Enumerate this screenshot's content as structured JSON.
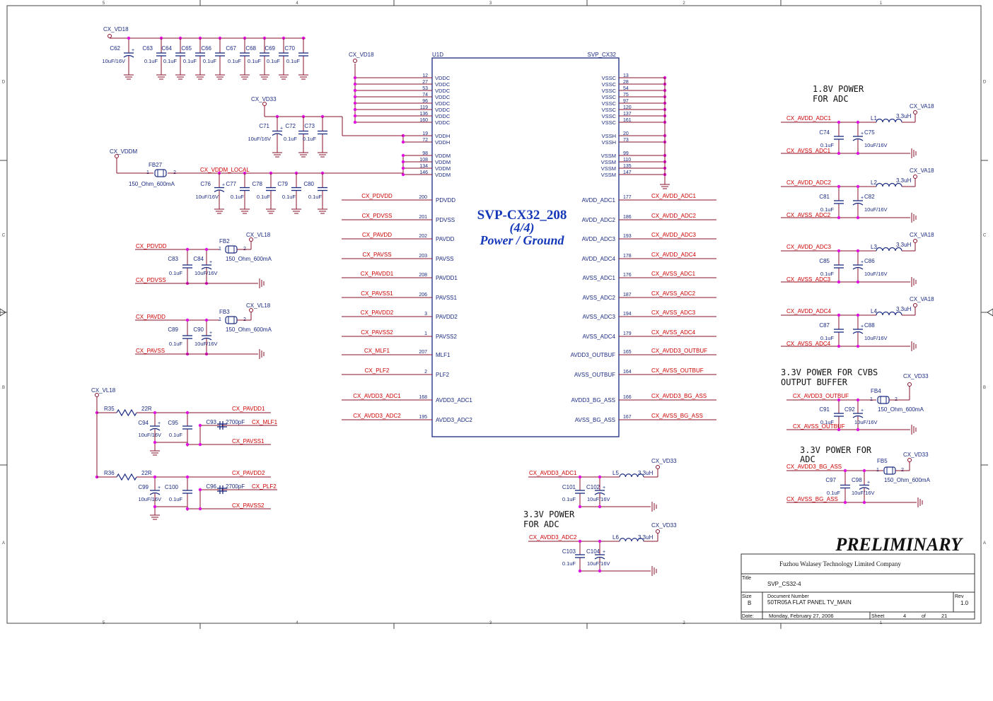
{
  "border": {
    "cols": [
      "5",
      "4",
      "3",
      "2",
      "1"
    ],
    "rows": [
      "D",
      "C",
      "B",
      "A"
    ]
  },
  "chip": {
    "ref": "U1D",
    "part": "SVP_CX32",
    "title_line1": "SVP-CX32_208",
    "title_line2": "(4/4)",
    "title_line3": "Power / Ground",
    "left_pins": [
      {
        "num": "12",
        "name": "VDDC"
      },
      {
        "num": "27",
        "name": "VDDC"
      },
      {
        "num": "53",
        "name": "VDDC"
      },
      {
        "num": "74",
        "name": "VDDC"
      },
      {
        "num": "96",
        "name": "VDDC"
      },
      {
        "num": "119",
        "name": "VDDC"
      },
      {
        "num": "136",
        "name": "VDDC"
      },
      {
        "num": "160",
        "name": "VDDC"
      },
      {
        "num": "19",
        "name": "VDDH"
      },
      {
        "num": "72",
        "name": "VDDH"
      },
      {
        "num": "98",
        "name": "VDDM"
      },
      {
        "num": "108",
        "name": "VDDM"
      },
      {
        "num": "134",
        "name": "VDDM"
      },
      {
        "num": "146",
        "name": "VDDM"
      }
    ],
    "right_pins": [
      {
        "num": "13",
        "name": "VSSC"
      },
      {
        "num": "28",
        "name": "VSSC"
      },
      {
        "num": "54",
        "name": "VSSC"
      },
      {
        "num": "75",
        "name": "VSSC"
      },
      {
        "num": "97",
        "name": "VSSC"
      },
      {
        "num": "120",
        "name": "VSSC"
      },
      {
        "num": "137",
        "name": "VSSC"
      },
      {
        "num": "161",
        "name": "VSSC"
      },
      {
        "num": "20",
        "name": "VSSH"
      },
      {
        "num": "73",
        "name": "VSSH"
      },
      {
        "num": "99",
        "name": "VSSM"
      },
      {
        "num": "110",
        "name": "VSSM"
      },
      {
        "num": "135",
        "name": "VSSM"
      },
      {
        "num": "147",
        "name": "VSSM"
      }
    ],
    "left_sig_pins": [
      {
        "num": "200",
        "name": "PDVDD",
        "net": "CX_PDVDD"
      },
      {
        "num": "201",
        "name": "PDVSS",
        "net": "CX_PDVSS"
      },
      {
        "num": "202",
        "name": "PAVDD",
        "net": "CX_PAVDD"
      },
      {
        "num": "203",
        "name": "PAVSS",
        "net": "CX_PAVSS"
      },
      {
        "num": "208",
        "name": "PAVDD1",
        "net": "CX_PAVDD1"
      },
      {
        "num": "206",
        "name": "PAVSS1",
        "net": "CX_PAVSS1"
      },
      {
        "num": "3",
        "name": "PAVDD2",
        "net": "CX_PAVDD2"
      },
      {
        "num": "1",
        "name": "PAVSS2",
        "net": "CX_PAVSS2"
      },
      {
        "num": "207",
        "name": "MLF1",
        "net": "CX_MLF1"
      },
      {
        "num": "2",
        "name": "PLF2",
        "net": "CX_PLF2"
      },
      {
        "num": "168",
        "name": "AVDD3_ADC1",
        "net": "CX_AVDD3_ADC1"
      },
      {
        "num": "195",
        "name": "AVDD3_ADC2",
        "net": "CX_AVDD3_ADC2"
      }
    ],
    "right_sig_pins": [
      {
        "num": "177",
        "name": "AVDD_ADC1",
        "net": "CX_AVDD_ADC1"
      },
      {
        "num": "186",
        "name": "AVDD_ADC2",
        "net": "CX_AVDD_ADC2"
      },
      {
        "num": "193",
        "name": "AVDD_ADC3",
        "net": "CX_AVDD_ADC3"
      },
      {
        "num": "178",
        "name": "AVDD_ADC4",
        "net": "CX_AVDD_ADC4"
      },
      {
        "num": "176",
        "name": "AVSS_ADC1",
        "net": "CX_AVSS_ADC1"
      },
      {
        "num": "187",
        "name": "AVSS_ADC2",
        "net": "CX_AVSS_ADC2"
      },
      {
        "num": "194",
        "name": "AVSS_ADC3",
        "net": "CX_AVSS_ADC3"
      },
      {
        "num": "179",
        "name": "AVSS_ADC4",
        "net": "CX_AVSS_ADC4"
      },
      {
        "num": "165",
        "name": "AVDD3_OUTBUF",
        "net": "CX_AVDD3_OUTBUF"
      },
      {
        "num": "164",
        "name": "AVSS_OUTBUF",
        "net": "CX_AVSS_OUTBUF"
      },
      {
        "num": "166",
        "name": "AVDD3_BG_ASS",
        "net": "CX_AVDD3_BG_ASS"
      },
      {
        "num": "167",
        "name": "AVSS_BG_ASS",
        "net": "CX_AVSS_BG_ASS"
      }
    ]
  },
  "top_caps": {
    "supply": "CX_VD18",
    "bulk": {
      "ref": "C62",
      "value": "10uF/16V"
    },
    "caps": [
      {
        "ref": "C63",
        "value": "0.1uF"
      },
      {
        "ref": "C64",
        "value": "0.1uF"
      },
      {
        "ref": "C65",
        "value": "0.1uF"
      },
      {
        "ref": "C66",
        "value": "0.1uF"
      },
      {
        "ref": "C67",
        "value": "0.1uF"
      },
      {
        "ref": "C68",
        "value": "0.1uF"
      },
      {
        "ref": "C69",
        "value": "0.1uF"
      },
      {
        "ref": "C70",
        "value": "0.1uF"
      }
    ]
  },
  "vd18_label": "CX_VD18",
  "vd33_block": {
    "supply": "CX_VD33",
    "bulk": {
      "ref": "C71",
      "value": "10uF/16V"
    },
    "caps": [
      {
        "ref": "C72",
        "value": "0.1uF"
      },
      {
        "ref": "C73",
        "value": "0.1uF"
      }
    ]
  },
  "vddm_block": {
    "supply": "CX_VDDM",
    "bead": {
      "ref": "FB27",
      "value": "150_Ohm_600mA",
      "p1": "1",
      "p2": "2"
    },
    "net": "CX_VDDM_LOCAL",
    "bulk": {
      "ref": "C76",
      "value": "10uF/16V"
    },
    "caps": [
      {
        "ref": "C77",
        "value": "0.1uF"
      },
      {
        "ref": "C78",
        "value": "0.1uF"
      },
      {
        "ref": "C79",
        "value": "0.1uF"
      },
      {
        "ref": "C80",
        "value": "0.1uF"
      }
    ]
  },
  "pll_blocks": [
    {
      "vdd": "CX_PDVDD",
      "vss": "CX_PDVSS",
      "supply": "CX_VL18",
      "bead": {
        "ref": "FB2",
        "value": "150_Ohm_600mA"
      },
      "cap": {
        "ref": "C83",
        "value": "0.1uF"
      },
      "bulk": {
        "ref": "C84",
        "value": "10uF/16V"
      }
    },
    {
      "vdd": "CX_PAVDD",
      "vss": "CX_PAVSS",
      "supply": "CX_VL18",
      "bead": {
        "ref": "FB3",
        "value": "150_Ohm_600mA"
      },
      "cap": {
        "ref": "C89",
        "value": "0.1uF"
      },
      "bulk": {
        "ref": "C90",
        "value": "10uF/16V"
      }
    }
  ],
  "bead_pins": {
    "p1": "1",
    "p2": "2"
  },
  "filter_blocks": {
    "supply": "CX_VL18",
    "items": [
      {
        "res": {
          "ref": "R35",
          "value": "22R"
        },
        "bulk": {
          "ref": "C94",
          "value": "10uF/16V"
        },
        "cap": {
          "ref": "C95",
          "value": "0.1uF"
        },
        "lf": {
          "ref": "C93",
          "value": "2700pF"
        },
        "vdd": "CX_PAVDD1",
        "lfnet": "CX_MLF1",
        "vss": "CX_PAVSS1"
      },
      {
        "res": {
          "ref": "R36",
          "value": "22R"
        },
        "bulk": {
          "ref": "C99",
          "value": "10uF/16V"
        },
        "cap": {
          "ref": "C100",
          "value": "0.1uF"
        },
        "lf": {
          "ref": "C96",
          "value": "2700pF"
        },
        "vdd": "CX_PAVDD2",
        "lfnet": "CX_PLF2",
        "vss": "CX_PAVSS2"
      }
    ]
  },
  "adc33_blocks": {
    "title_line1": "3.3V POWER",
    "title_line2": "FOR ADC",
    "items": [
      {
        "net": "CX_AVDD3_ADC1",
        "supply": "CX_VD33",
        "ind": {
          "ref": "L5",
          "value": "3.3uH"
        },
        "cap": {
          "ref": "C101",
          "value": "0.1uF"
        },
        "bulk": {
          "ref": "C102",
          "value": "10uF/16V"
        }
      },
      {
        "net": "CX_AVDD3_ADC2",
        "supply": "CX_VD33",
        "ind": {
          "ref": "L6",
          "value": "3.3uH"
        },
        "cap": {
          "ref": "C103",
          "value": "0.1uF"
        },
        "bulk": {
          "ref": "C104",
          "value": "10uF/16V"
        }
      }
    ]
  },
  "adc18_blocks": {
    "title_line1": "1.8V POWER",
    "title_line2": "FOR ADC",
    "items": [
      {
        "vdd": "CX_AVDD_ADC1",
        "vss": "CX_AVSS_ADC1",
        "supply": "CX_VA18",
        "ind": {
          "ref": "L1",
          "value": "3.3uH"
        },
        "cap": {
          "ref": "C74",
          "value": "0.1uF"
        },
        "bulk": {
          "ref": "C75",
          "value": "10uF/16V"
        }
      },
      {
        "vdd": "CX_AVDD_ADC2",
        "vss": "CX_AVSS_ADC2",
        "supply": "CX_VA18",
        "ind": {
          "ref": "L2",
          "value": "3.3uH"
        },
        "cap": {
          "ref": "C81",
          "value": "0.1uF"
        },
        "bulk": {
          "ref": "C82",
          "value": "10uF/16V"
        }
      },
      {
        "vdd": "CX_AVDD_ADC3",
        "vss": "CX_AVSS_ADC3",
        "supply": "CX_VA18",
        "ind": {
          "ref": "L3",
          "value": "3.3uH"
        },
        "cap": {
          "ref": "C85",
          "value": "0.1uF"
        },
        "bulk": {
          "ref": "C86",
          "value": "10uF/16V"
        }
      },
      {
        "vdd": "CX_AVDD_ADC4",
        "vss": "CX_AVSS_ADC4",
        "supply": "CX_VA18",
        "ind": {
          "ref": "L4",
          "value": "3.3uH"
        },
        "cap": {
          "ref": "C87",
          "value": "0.1uF"
        },
        "bulk": {
          "ref": "C88",
          "value": "10uF/16V"
        }
      }
    ]
  },
  "cvbs_block": {
    "title_line1": "3.3V POWER FOR CVBS",
    "title_line2": "OUTPUT BUFFER",
    "supply": "CX_VD33",
    "bead": {
      "ref": "FB4",
      "value": "150_Ohm_600mA"
    },
    "vdd": "CX_AVDD3_OUTBUF",
    "vss": "CX_AVSS_OUTBUF",
    "cap": {
      "ref": "C91",
      "value": "0.1uF"
    },
    "bulk": {
      "ref": "C92",
      "value": "10uF/16V"
    }
  },
  "bg_block": {
    "title_line1": "3.3V POWER FOR",
    "title_line2": "ADC",
    "supply": "CX_VD33",
    "bead": {
      "ref": "FB5",
      "value": "150_Ohm_600mA"
    },
    "vdd": "CX_AVDD3_BG_ASS",
    "vss": "CX_AVSS_BG_ASS",
    "cap": {
      "ref": "C97",
      "value": "0.1uF"
    },
    "bulk": {
      "ref": "C98",
      "value": "10uF/16V"
    }
  },
  "preliminary": "PRELIMINARY",
  "title_block": {
    "company": "Fuzhou Walasey Technology Limited Company",
    "title_label": "Title",
    "title": "SVP_CS32-4",
    "size_label": "Size",
    "size": "B",
    "docnum_label": "Document Number",
    "docnum": "50TR05A FLAT PANEL TV_MAIN",
    "rev_label": "Rev",
    "rev": "1.0",
    "date_label": "Date:",
    "date": "Monday, February 27, 2006",
    "sheet_label": "Sheet",
    "sheet": "4",
    "of_label": "of",
    "total": "21"
  },
  "colors": {
    "wire": "#8a0f2a",
    "net": "#cc0000",
    "label": "#1a2a80",
    "junction": "#e010e0",
    "frame": "#444444",
    "title": "#1538b8"
  }
}
